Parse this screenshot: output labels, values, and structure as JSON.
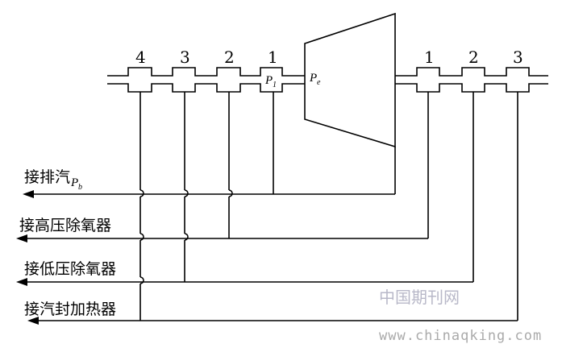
{
  "left_gland_numbers": [
    "4",
    "3",
    "2",
    "1"
  ],
  "right_gland_numbers": [
    "1",
    "2",
    "3"
  ],
  "labels": {
    "p1": "P",
    "p1_sub": "1",
    "pe": "P",
    "pe_sub": "e",
    "pb_sub": "b"
  },
  "lines": [
    "接排汽",
    "接高压除氧器",
    "接低压除氧器",
    "接汽封加热器"
  ],
  "watermark": {
    "site_name": "中国期刊网",
    "url": "www.chinaqking.com"
  }
}
